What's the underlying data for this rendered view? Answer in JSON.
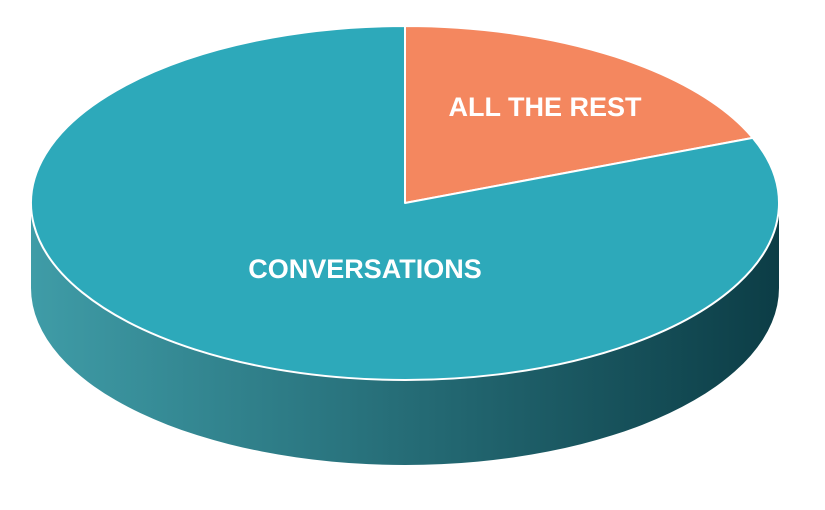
{
  "chart_data": {
    "type": "pie",
    "style": "3d",
    "title": "",
    "categories": [
      "CONVERSATIONS",
      "ALL THE REST"
    ],
    "values": [
      81,
      19
    ],
    "colors": [
      "#2DA9BA",
      "#F4875F"
    ],
    "side_colors": [
      "#3F9CA7",
      "#0C3D46"
    ],
    "data_labels": [
      "CONVERSATIONS",
      "ALL THE REST"
    ],
    "legend": "none"
  }
}
